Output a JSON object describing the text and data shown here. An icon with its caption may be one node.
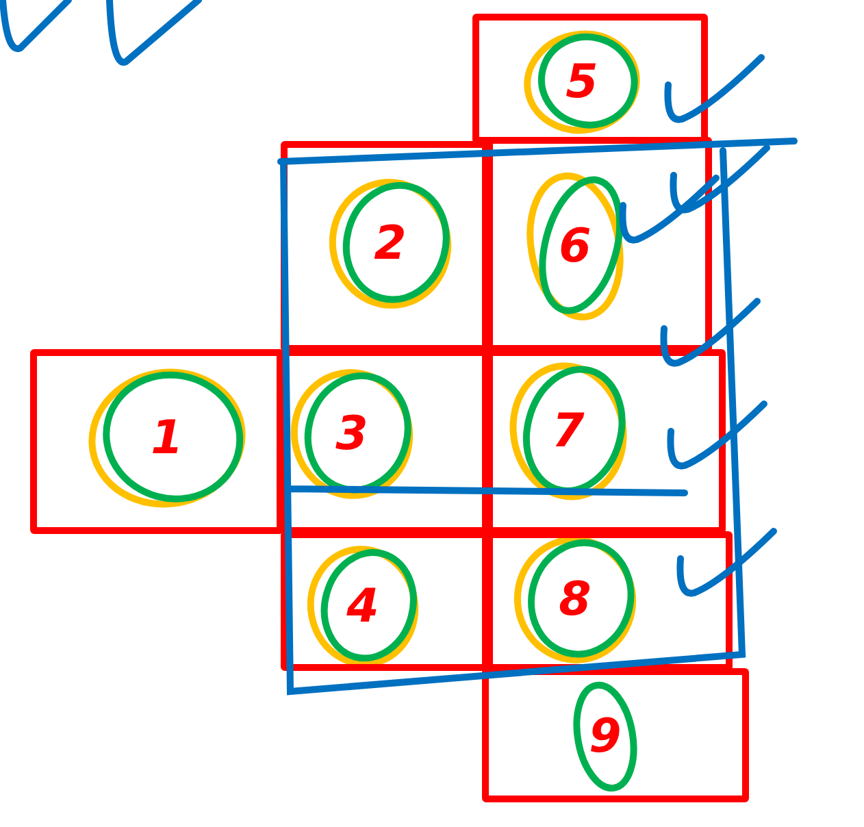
{
  "diagram": {
    "nodes": [
      {
        "text": [
          "1"
        ]
      },
      {
        "text": [
          "5"
        ]
      },
      {
        "text": [
          "2"
        ]
      },
      {
        "text": [
          "6"
        ]
      },
      {
        "text": [
          "3"
        ]
      },
      {
        "text": [
          "7"
        ]
      },
      {
        "text": [
          "4"
        ]
      },
      {
        "text": [
          "8"
        ]
      },
      {
        "text": [
          "9"
        ]
      }
    ]
  }
}
